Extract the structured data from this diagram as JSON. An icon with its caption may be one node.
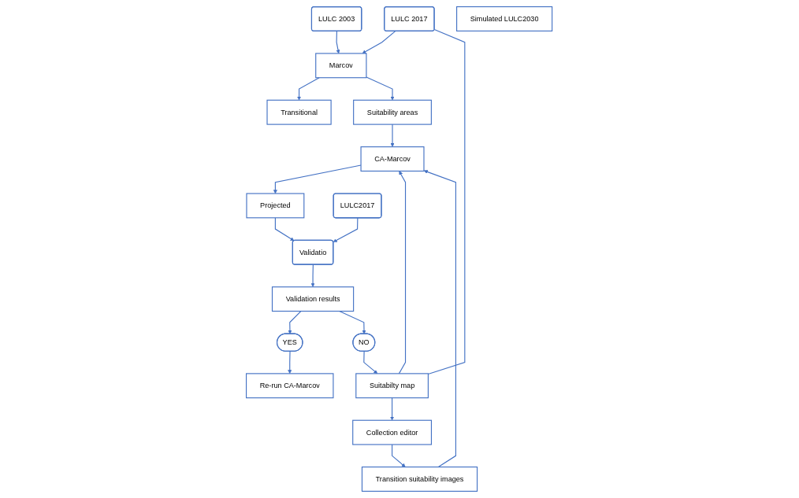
{
  "diagram": {
    "nodes": [
      {
        "text": [
          "LULC 2003"
        ]
      },
      {
        "text": [
          "LULC 2017"
        ]
      },
      {
        "text": [
          "Marcov"
        ]
      },
      {
        "text": [
          "Transitional"
        ]
      },
      {
        "text": [
          "Suitability areas"
        ]
      },
      {
        "text": [
          "Simulated LULC2030"
        ]
      },
      {
        "text": [
          "Suitabilty map"
        ]
      },
      {
        "text": [
          "CA-Marcov"
        ]
      },
      {
        "text": [
          "Collection editor"
        ]
      },
      {
        "text": [
          "Re-run CA-Marcov"
        ]
      },
      {
        "text": [
          "Projected"
        ]
      },
      {
        "text": [
          "YES"
        ]
      },
      {
        "text": [
          "Transition suitability images"
        ]
      },
      {
        "text": [
          "LULC2017"
        ]
      },
      {
        "text": [
          "Validatio"
        ]
      },
      {
        "text": [
          "Validation results"
        ]
      },
      {
        "text": [
          "NO"
        ]
      }
    ],
    "edges": [
      {
        "from": 0,
        "to": 2,
        "arrow": "to"
      },
      {
        "from": 1,
        "to": 2,
        "arrow": "to"
      },
      {
        "from": 2,
        "to": 3,
        "arrow": "to"
      },
      {
        "from": 2,
        "to": 4,
        "arrow": "to"
      },
      {
        "from": 4,
        "to": 7,
        "arrow": "to"
      },
      {
        "from": 1,
        "to": 6,
        "arrow": "none"
      },
      {
        "from": 6,
        "to": 7,
        "arrow": "to"
      },
      {
        "from": 6,
        "to": 8,
        "arrow": "to"
      },
      {
        "from": 8,
        "to": 12,
        "arrow": "to"
      },
      {
        "from": 12,
        "to": 7,
        "arrow": "to"
      },
      {
        "from": 7,
        "to": 10,
        "arrow": "to"
      },
      {
        "from": 10,
        "to": 14,
        "arrow": "to"
      },
      {
        "from": 13,
        "to": 14,
        "arrow": "to"
      },
      {
        "from": 14,
        "to": 15,
        "arrow": "to"
      },
      {
        "from": 15,
        "to": 11,
        "arrow": "to"
      },
      {
        "from": 11,
        "to": 9,
        "arrow": "to"
      },
      {
        "from": 15,
        "to": 16,
        "arrow": "to"
      },
      {
        "from": 16,
        "to": 6,
        "arrow": "to"
      }
    ]
  }
}
